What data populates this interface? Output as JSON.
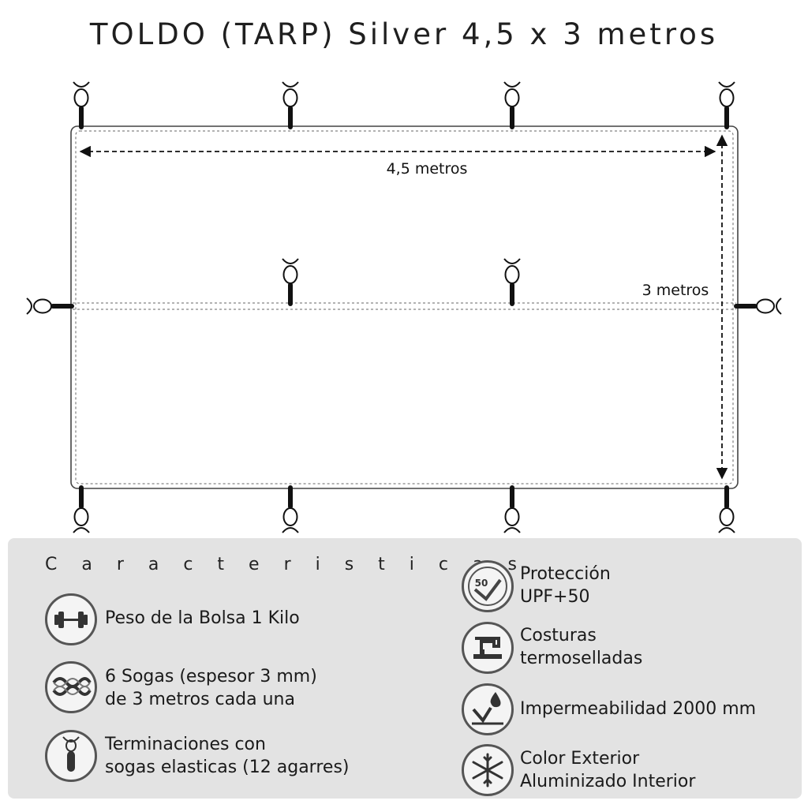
{
  "title": "TOLDO (TARP) Silver 4,5 x 3 metros",
  "diagram": {
    "width_label": "4,5 metros",
    "height_label": "3 metros"
  },
  "features": {
    "heading": "C a r a c t e r i s t i c a s",
    "left": [
      {
        "icon": "weight-icon",
        "lines": [
          "Peso de la Bolsa 1 Kilo"
        ]
      },
      {
        "icon": "rope-icon",
        "lines": [
          "6 Sogas (espesor 3 mm)",
          "de 3 metros cada una"
        ]
      },
      {
        "icon": "elastic-cord-icon",
        "lines": [
          "Terminaciones con",
          "sogas elasticas (12 agarres)"
        ]
      }
    ],
    "right": [
      {
        "icon": "upf-50-icon",
        "badge": "50",
        "lines": [
          "Protección",
          "UPF+50"
        ]
      },
      {
        "icon": "sewing-machine-icon",
        "lines": [
          "Costuras",
          "termoselladas"
        ]
      },
      {
        "icon": "waterproof-icon",
        "lines": [
          "Impermeabilidad 2000 mm"
        ]
      },
      {
        "icon": "snowflake-sun-icon",
        "lines": [
          "Color Exterior",
          "Aluminizado Interior"
        ]
      }
    ]
  },
  "colors": {
    "ink": "#1a1a1a",
    "panel": "#e3e3e3",
    "icon_border": "#555555"
  }
}
